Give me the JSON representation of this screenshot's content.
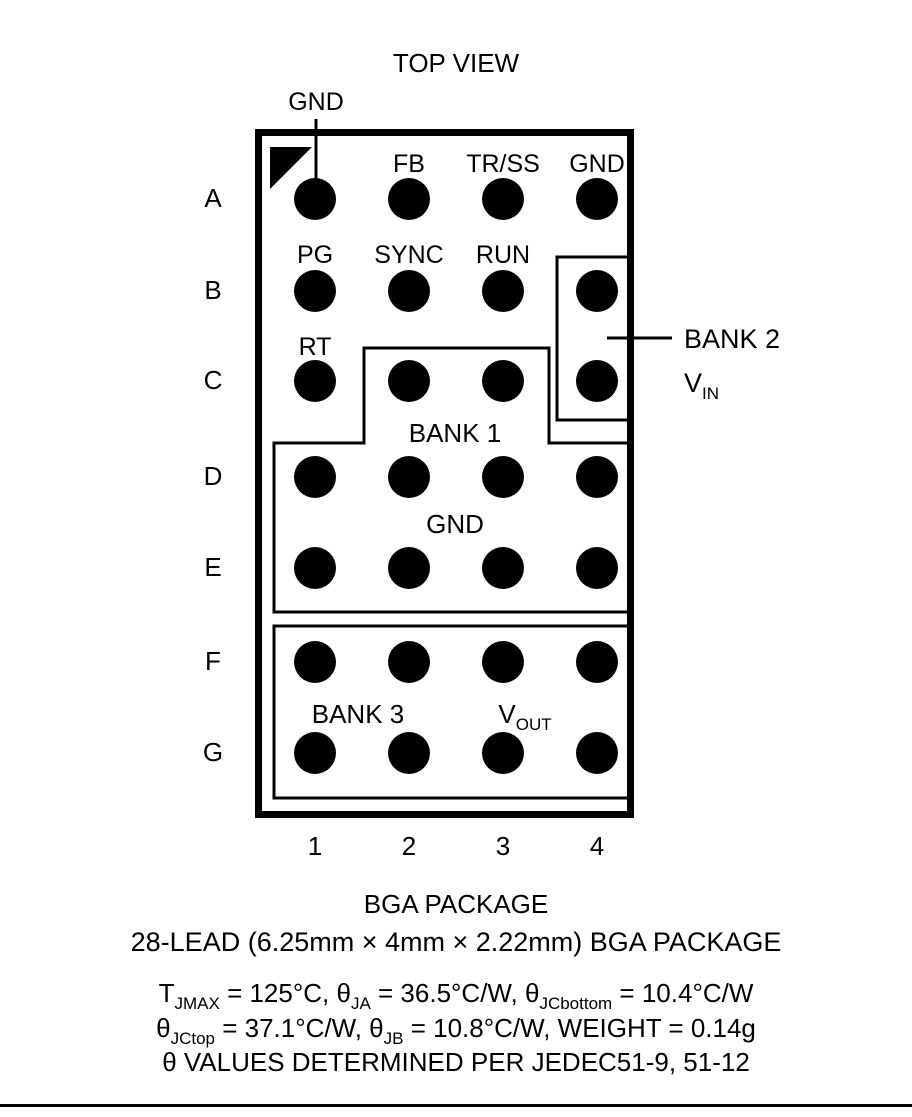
{
  "figure": {
    "view_title": "TOP VIEW",
    "package_name": "BGA PACKAGE",
    "package_description": "28-LEAD (6.25mm × 4mm × 2.22mm) BGA PACKAGE"
  },
  "grid": {
    "row_labels": [
      "A",
      "B",
      "C",
      "D",
      "E",
      "F",
      "G"
    ],
    "column_labels": [
      "1",
      "2",
      "3",
      "4"
    ]
  },
  "pin_labels": [
    {
      "ref": "A1",
      "label": "GND"
    },
    {
      "ref": "A2",
      "label": "FB"
    },
    {
      "ref": "A3",
      "label": "TR/SS"
    },
    {
      "ref": "A4",
      "label": "GND"
    },
    {
      "ref": "B1",
      "label": "PG"
    },
    {
      "ref": "B2",
      "label": "SYNC"
    },
    {
      "ref": "B3",
      "label": "RUN"
    },
    {
      "ref": "C1",
      "label": "RT"
    }
  ],
  "banks": {
    "bank1": {
      "name": "BANK 1",
      "signal": "GND"
    },
    "bank2": {
      "name": "BANK 2",
      "signal_prefix": "V",
      "signal_sub": "IN"
    },
    "bank3": {
      "name": "BANK 3",
      "signal_prefix": "V",
      "signal_sub": "OUT"
    }
  },
  "thermal": {
    "line1": {
      "tjmax_symbol": "T",
      "tjmax_sub": "JMAX",
      "tjmax_value": " = 125°C, ",
      "theta_ja_symbol": "θ",
      "theta_ja_sub": "JA",
      "theta_ja_value": " = 36.5°C/W, ",
      "theta_jcbottom_symbol": "θ",
      "theta_jcbottom_sub": "JCbottom",
      "theta_jcbottom_value": " = 10.4°C/W"
    },
    "line2": {
      "theta_jctop_symbol": "θ",
      "theta_jctop_sub": "JCtop",
      "theta_jctop_value": " = 37.1°C/W, ",
      "theta_jb_symbol": "θ",
      "theta_jb_sub": "JB",
      "theta_jb_value": " = 10.8°C/W, WEIGHT = 0.14g"
    },
    "line3": "θ VALUES DETERMINED PER JEDEC51-9, 51-12"
  },
  "colors": {
    "ink": "#000000",
    "background": "#ffffff"
  }
}
